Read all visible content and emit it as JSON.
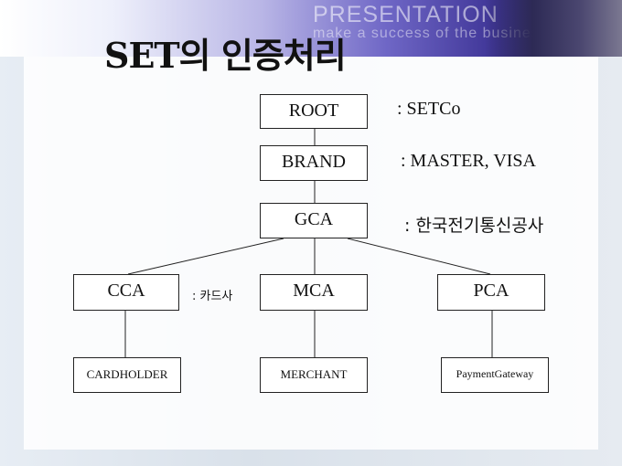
{
  "slide": {
    "banner_title": "PRESENTATION",
    "banner_subtitle": "make a success of the business",
    "title": "SET의 인증처리"
  },
  "diagram": {
    "nodes": {
      "root": "ROOT",
      "brand": "BRAND",
      "gca": "GCA",
      "cca": "CCA",
      "mca": "MCA",
      "pca": "PCA",
      "cardholder": "CARDHOLDER",
      "merchant": "MERCHANT",
      "paymentgateway": "PaymentGateway"
    },
    "notes": {
      "root": ": SETCo",
      "brand": ": MASTER, VISA",
      "gca": ": 한국전기통신공사",
      "cca": ": 카드사"
    }
  }
}
